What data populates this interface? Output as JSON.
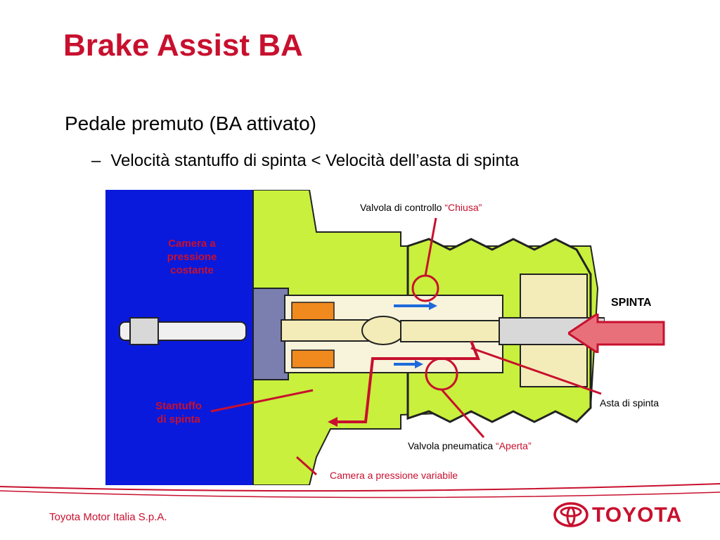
{
  "slide": {
    "title": "Brake Assist BA",
    "bullet_main": "Pedale premuto (BA attivato)",
    "bullet_sub_dash": "–",
    "bullet_sub": "Velocità stantuffo di spinta  < Velocità dell’asta di spinta"
  },
  "diagram": {
    "labels": {
      "valvola_controllo": "Valvola di controllo ",
      "valvola_controllo_state": "“Chiusa”",
      "camera_costante": "Camera a\npressione\ncostante",
      "spinta": "SPINTA",
      "asta_spinta": "Asta di spinta",
      "stantuffo": "Stantuffo\ndi spinta",
      "valvola_pneumatica": "Valvola pneumatica ",
      "valvola_pneumatica_state": "“Aperta”",
      "camera_variabile": "Camera a pressione variabile"
    },
    "colors": {
      "constant_chamber": "#0a1adc",
      "housing_green": "#c8f03c",
      "cream": "#f3ecb8",
      "label_red": "#c8102e",
      "arrow_fill": "#e8707a"
    }
  },
  "footer": {
    "company": "Toyota Motor Italia S.p.A.",
    "brand": "TOYOTA",
    "brand_color": "#c8102e"
  }
}
